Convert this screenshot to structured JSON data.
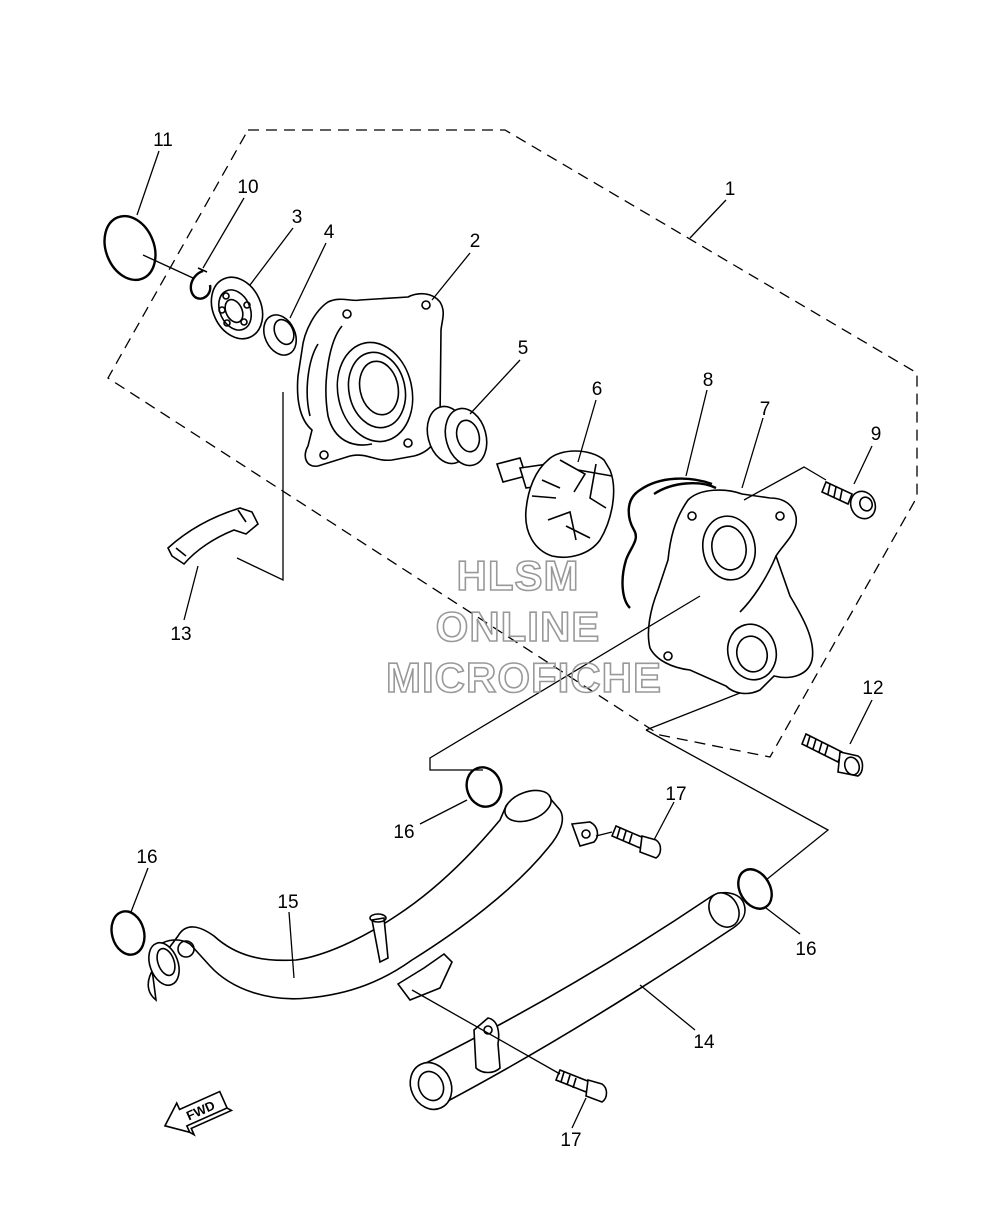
{
  "watermark": {
    "line1": "HLSM",
    "line2": "ONLINE",
    "line3": "MICROFICHE"
  },
  "direction_arrow": {
    "label": "FWD"
  },
  "callouts": {
    "c1": "1",
    "c2": "2",
    "c3": "3",
    "c4": "4",
    "c5": "5",
    "c6": "6",
    "c7": "7",
    "c8": "8",
    "c9": "9",
    "c10": "10",
    "c11": "11",
    "c12": "12",
    "c13": "13",
    "c14": "14",
    "c15": "15",
    "c16a": "16",
    "c16b": "16",
    "c16c": "16",
    "c17a": "17",
    "c17b": "17"
  }
}
